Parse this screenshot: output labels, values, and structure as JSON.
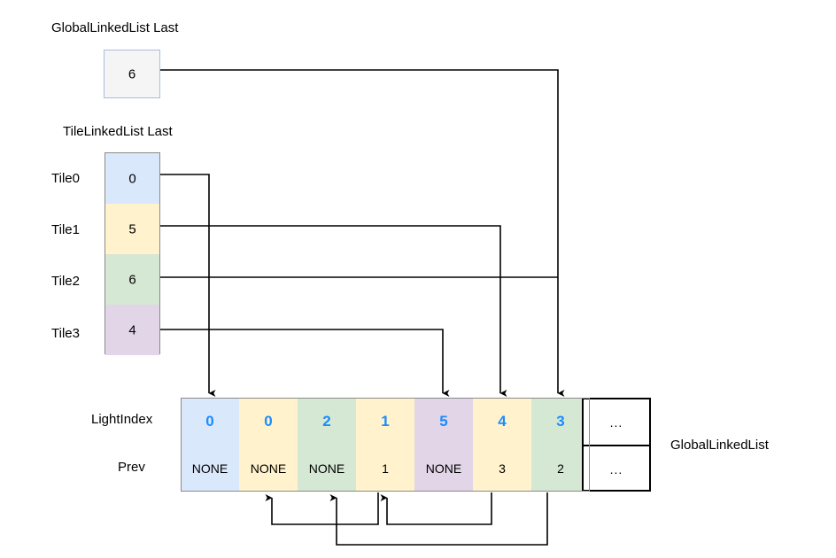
{
  "diagram": {
    "title_global_last": "GlobalLinkedList Last",
    "title_tile_last": "TileLinkedList Last",
    "label_global_list": "GlobalLinkedList",
    "row_labels": {
      "light_index": "LightIndex",
      "prev": "Prev"
    },
    "colors": {
      "blue_fill": "#dae8fc",
      "yellow_fill": "#fff2cc",
      "green_fill": "#d5e8d4",
      "purple_fill": "#e1d5e7",
      "gray_fill": "#f5f5f5",
      "accent_text": "#1a8cff",
      "stroke": "#000000",
      "cell_border": "#8a8a8a",
      "gray_box_border": "#a7bedd"
    }
  },
  "global_last": {
    "value": "6"
  },
  "tile_last": {
    "rows": [
      {
        "label": "Tile0",
        "value": "0",
        "fill": "#dae8fc"
      },
      {
        "label": "Tile1",
        "value": "5",
        "fill": "#fff2cc"
      },
      {
        "label": "Tile2",
        "value": "6",
        "fill": "#d5e8d4"
      },
      {
        "label": "Tile3",
        "value": "4",
        "fill": "#e1d5e7"
      }
    ]
  },
  "global_linked_list": {
    "columns": [
      {
        "index": "0",
        "light_index": "0",
        "prev": "NONE",
        "fill": "#dae8fc"
      },
      {
        "index": "1",
        "light_index": "0",
        "prev": "NONE",
        "fill": "#fff2cc"
      },
      {
        "index": "2",
        "light_index": "2",
        "prev": "NONE",
        "fill": "#d5e8d4"
      },
      {
        "index": "3",
        "light_index": "1",
        "prev": "1",
        "fill": "#fff2cc"
      },
      {
        "index": "4",
        "light_index": "5",
        "prev": "NONE",
        "fill": "#e1d5e7"
      },
      {
        "index": "5",
        "light_index": "4",
        "prev": "3",
        "fill": "#fff2cc"
      },
      {
        "index": "6",
        "light_index": "3",
        "prev": "2",
        "fill": "#d5e8d4"
      }
    ],
    "overflow_top": "...",
    "overflow_bottom": "..."
  },
  "connections": {
    "from_global_last_to_column": "6",
    "from_tile0_to_column": "0",
    "from_tile1_to_column": "5",
    "from_tile2_to_column": "6",
    "from_tile3_to_column": "4",
    "prev_links": [
      {
        "from_column": "3",
        "to_column": "1"
      },
      {
        "from_column": "5",
        "to_column": "3"
      },
      {
        "from_column": "6",
        "to_column": "2"
      }
    ]
  }
}
